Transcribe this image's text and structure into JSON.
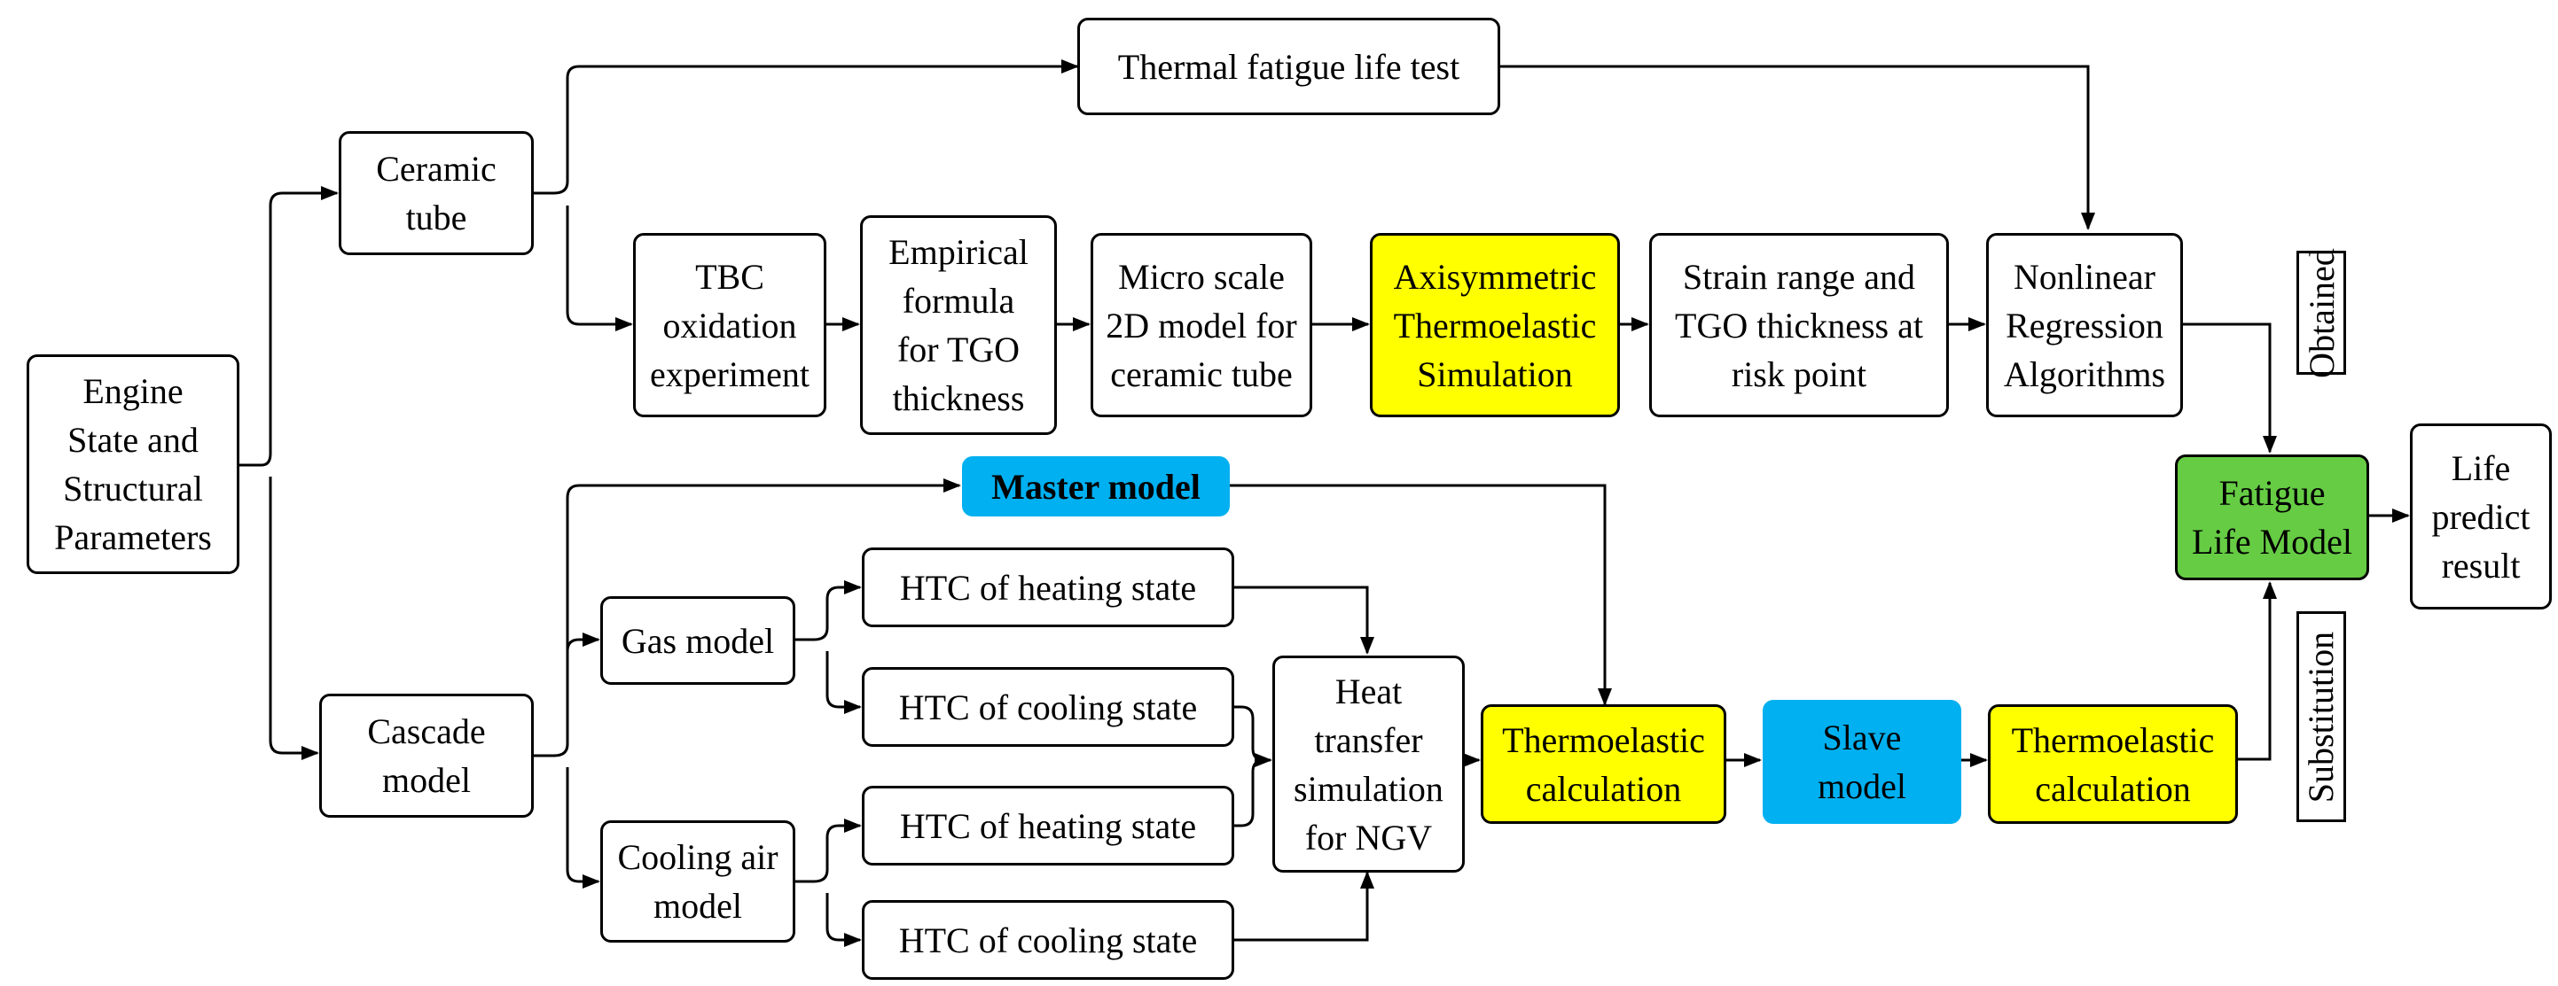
{
  "nodes": {
    "engine": "Engine\nState and\nStructural\nParameters",
    "ceramic_tube": "Ceramic\ntube",
    "cascade": "Cascade\nmodel",
    "fatigue_test": "Thermal fatigue life test",
    "tbc_oxidation": "TBC\noxidation\nexperiment",
    "empirical": "Empirical\nformula\nfor TGO\nthickness",
    "micro_scale": "Micro scale\n2D model for\nceramic tube",
    "axisymmetric": "Axisymmetric\nThermoelastic\nSimulation",
    "strain_range": "Strain range and\nTGO thickness at\nrisk point",
    "nonlinear": "Nonlinear\nRegression\nAlgorithms",
    "master": "Master model",
    "gas_model": "Gas model",
    "cooling_air": "Cooling air\nmodel",
    "htc_gas_heating": "HTC of heating state",
    "htc_gas_cooling": "HTC of cooling state",
    "htc_air_heating": "HTC of heating state",
    "htc_air_cooling": "HTC of cooling state",
    "heat_transfer": "Heat\ntransfer\nsimulation\nfor NGV",
    "thermo_calc_1": "Thermoelastic\ncalculation",
    "slave": "Slave\nmodel",
    "thermo_calc_2": "Thermoelastic\ncalculation",
    "fatigue_model": "Fatigue\nLife Model",
    "life_predict": "Life\npredict\nresult"
  },
  "labels": {
    "obtained": "Obtained",
    "substitution": "Substitution"
  },
  "colors": {
    "yellow": "#ffff00",
    "blue": "#00b0f0",
    "green": "#66cc44",
    "line": "#000000"
  }
}
